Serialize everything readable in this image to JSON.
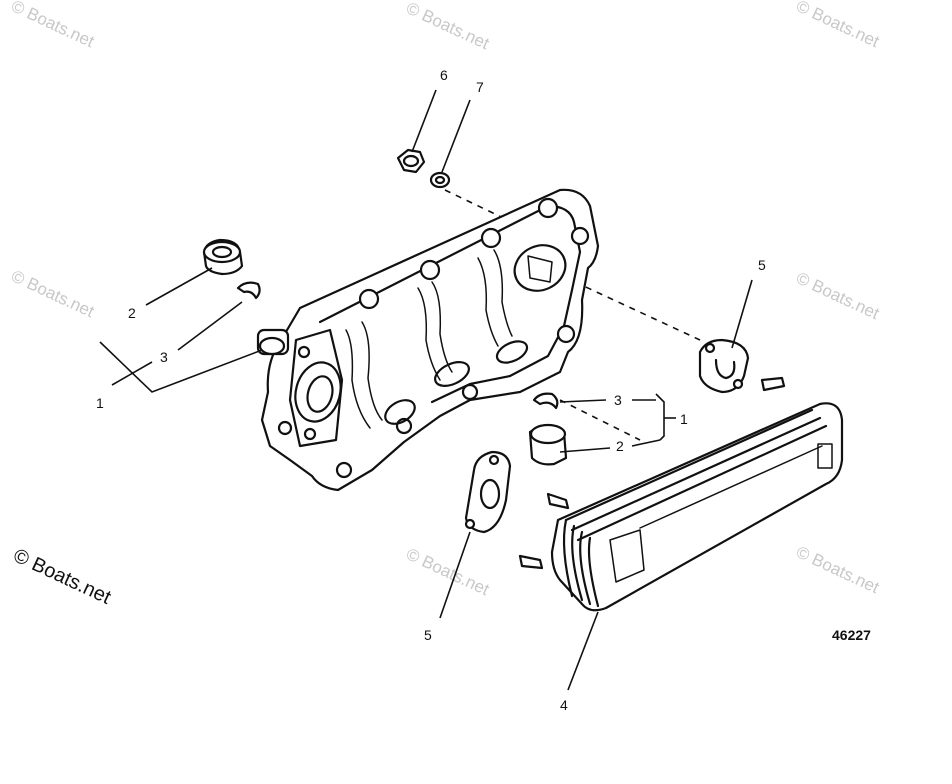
{
  "figure_number": "46227",
  "copyright_text": "© Boats.net",
  "watermark_text": "© Boats.net",
  "callouts": {
    "c1a": "1",
    "c2a": "2",
    "c3a": "3",
    "c6": "6",
    "c7": "7",
    "c5a": "5",
    "c3b": "3",
    "c1b": "1",
    "c2b": "2",
    "c5b": "5",
    "c4": "4"
  }
}
